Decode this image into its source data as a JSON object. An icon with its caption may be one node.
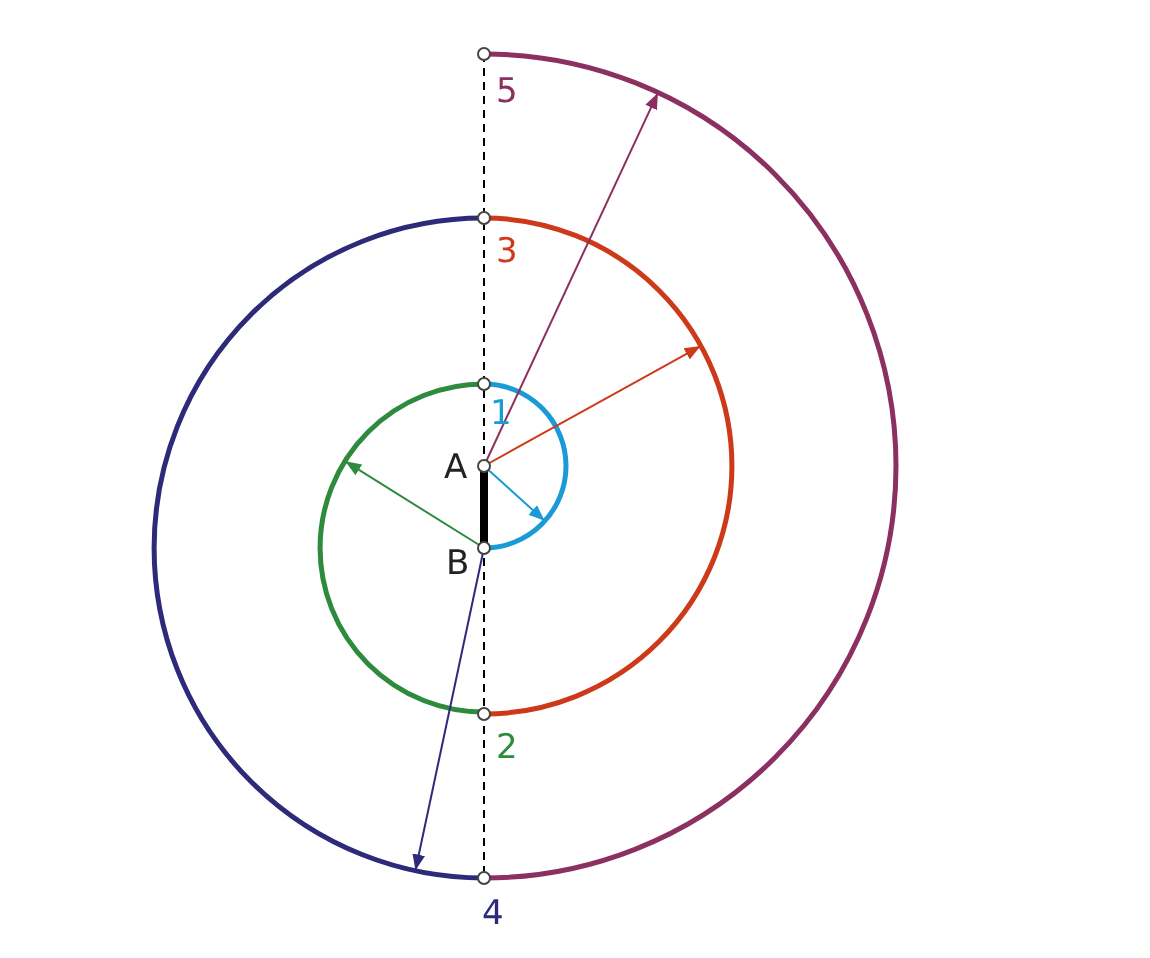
{
  "diagram": {
    "labels": [
      "5",
      "3",
      "1",
      "A",
      "B",
      "2",
      "4"
    ]
  }
}
